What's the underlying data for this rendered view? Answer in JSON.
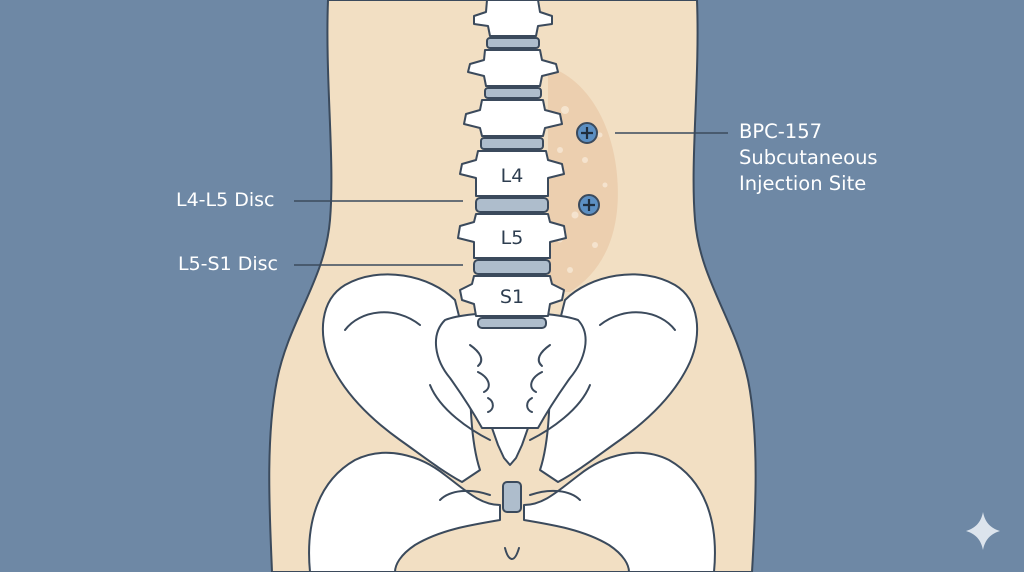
{
  "colors": {
    "background": "#6e88a5",
    "skin": "#f2dfc3",
    "bone": "#ffffff",
    "bone_outline": "#3b4a5c",
    "disc": "#aebdcc",
    "injection_area": "#e8c8a8",
    "injection_marker": "#5c8fc2",
    "label_text": "#ffffff",
    "leader_line": "#3b4a5c"
  },
  "labels": {
    "disc_l4_l5": "L4-L5 Disc",
    "disc_l5_s1": "L5-S1 Disc",
    "injection_site": [
      "BPC-157",
      "Subcutaneous",
      "Injection Site"
    ]
  },
  "vertebrae": {
    "l4": "L4",
    "l5": "L5",
    "s1": "S1"
  },
  "icons": {
    "injection_marker": "plus-circle-icon",
    "watermark": "sparkle-icon"
  }
}
